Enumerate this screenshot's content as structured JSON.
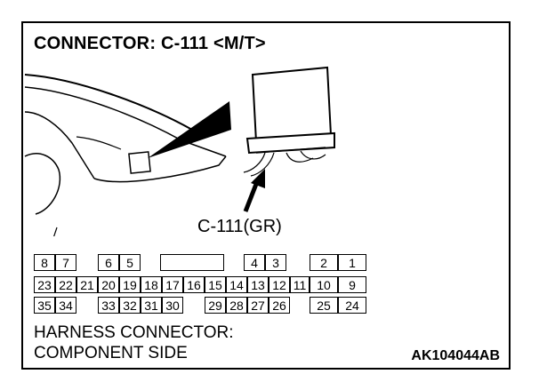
{
  "title": "CONNECTOR: C-111 <M/T>",
  "connector_label": "C-111(GR)",
  "pins": {
    "row1": [
      "8",
      "7",
      "6",
      "5",
      "4",
      "3",
      "2",
      "1"
    ],
    "row2": [
      "23",
      "22",
      "21",
      "20",
      "19",
      "18",
      "17",
      "16",
      "15",
      "14",
      "13",
      "12",
      "11",
      "10",
      "9"
    ],
    "row3": [
      "35",
      "34",
      "33",
      "32",
      "31",
      "30",
      "29",
      "28",
      "27",
      "26",
      "25",
      "24"
    ]
  },
  "footer": {
    "line1": "HARNESS CONNECTOR:",
    "line2": "COMPONENT SIDE"
  },
  "code": "AK104044AB"
}
